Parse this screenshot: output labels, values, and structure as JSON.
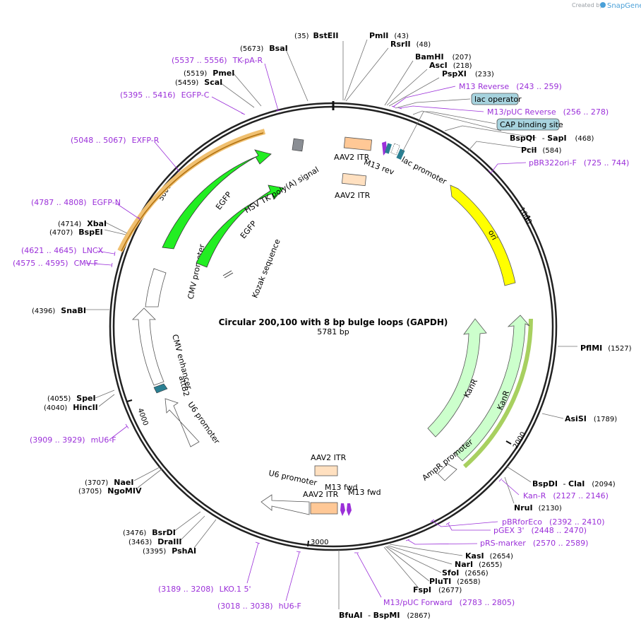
{
  "credit": {
    "created_by": "Created by",
    "brand": "SnapGene"
  },
  "title": "Circular 200,100 with 8 bp bulge loops (GAPDH)",
  "size": "5781 bp",
  "ticks": [
    "1000",
    "2000",
    "3000",
    "4000",
    "5000"
  ],
  "sites": [
    {
      "name": "BstEII",
      "pos": "(35)"
    },
    {
      "name": "PmlI",
      "pos": "(43)"
    },
    {
      "name": "RsrII",
      "pos": "(48)"
    },
    {
      "name": "BamHI",
      "pos": "(207)"
    },
    {
      "name": "AscI",
      "pos": "(218)"
    },
    {
      "name": "PspXI",
      "pos": "(233)"
    },
    {
      "name": "BspQI",
      "sep": " - ",
      "name2": "SapI",
      "pos": "(468)"
    },
    {
      "name": "PciI",
      "pos": "(584)"
    },
    {
      "name": "PflMI",
      "pos": "(1527)"
    },
    {
      "name": "AsiSI",
      "pos": "(1789)"
    },
    {
      "name": "BspDI",
      "sep": " - ",
      "name2": "ClaI",
      "pos": "(2094)"
    },
    {
      "name": "NruI",
      "pos": "(2130)"
    },
    {
      "name": "KasI",
      "pos": "(2654)"
    },
    {
      "name": "NarI",
      "pos": "(2655)"
    },
    {
      "name": "SfoI",
      "pos": "(2656)"
    },
    {
      "name": "PluTI",
      "pos": "(2658)"
    },
    {
      "name": "FspI",
      "pos": "(2677)"
    },
    {
      "name": "BfuAI",
      "sep": " - ",
      "name2": "BspMI",
      "pos": "(2867)"
    },
    {
      "name": "PshAI",
      "pos": "(3395)"
    },
    {
      "name": "DraIII",
      "pos": "(3463)"
    },
    {
      "name": "BsrDI",
      "pos": "(3476)"
    },
    {
      "name": "NgoMIV",
      "pos": "(3705)"
    },
    {
      "name": "NaeI",
      "pos": "(3707)"
    },
    {
      "name": "HincII",
      "pos": "(4040)"
    },
    {
      "name": "SpeI",
      "pos": "(4055)"
    },
    {
      "name": "SnaBI",
      "pos": "(4396)"
    },
    {
      "name": "BspEI",
      "pos": "(4707)"
    },
    {
      "name": "XbaI",
      "pos": "(4714)"
    },
    {
      "name": "ScaI",
      "pos": "(5459)"
    },
    {
      "name": "PmeI",
      "pos": "(5519)"
    },
    {
      "name": "BsaI",
      "pos": "(5673)"
    }
  ],
  "primers": [
    {
      "name": "M13 Reverse",
      "range": "(243 .. 259)"
    },
    {
      "name": "M13/pUC Reverse",
      "range": "(256 .. 278)"
    },
    {
      "name": "pBR322ori-F",
      "range": "(725 .. 744)"
    },
    {
      "name": "Kan-R",
      "range": "(2127 .. 2146)"
    },
    {
      "name": "pBRforEco",
      "range": "(2392 .. 2410)"
    },
    {
      "name": "pGEX 3'",
      "range": "(2448 .. 2470)"
    },
    {
      "name": "pRS-marker",
      "range": "(2570 .. 2589)"
    },
    {
      "name": "M13/pUC Forward",
      "range": "(2783 .. 2805)"
    },
    {
      "name": "hU6-F",
      "range": "(3018 .. 3038)"
    },
    {
      "name": "LKO.1 5'",
      "range": "(3189 .. 3208)"
    },
    {
      "name": "mU6-F",
      "range": "(3909 .. 3929)"
    },
    {
      "name": "CMV-F",
      "range": "(4575 .. 4595)"
    },
    {
      "name": "LNCX",
      "range": "(4621 .. 4645)"
    },
    {
      "name": "EGFP-N",
      "range": "(4787 .. 4808)"
    },
    {
      "name": "EXFP-R",
      "range": "(5048 .. 5067)"
    },
    {
      "name": "EGFP-C",
      "range": "(5395 .. 5416)"
    },
    {
      "name": "TK-pA-R",
      "range": "(5537 .. 5556)"
    }
  ],
  "boxed_features": [
    {
      "name": "lac operator"
    },
    {
      "name": "CAP binding site"
    }
  ],
  "features": {
    "aav2_itr": "AAV2 ITR",
    "m13_rev": "M13 rev",
    "lac_promoter": "lac promoter",
    "ori": "ori",
    "kanr": "KanR",
    "ampr_promoter": "AmpR promoter",
    "m13_fwd": "M13 fwd",
    "u6_promoter": "U6 promoter",
    "attb2": "attB2",
    "cmv_enhancer": "CMV enhancer",
    "cmv_promoter": "CMV promoter",
    "egfp": "EGFP",
    "hsv_tk": "HSV TK poly(A) signal",
    "kozak": "Kozak sequence"
  },
  "colors": {
    "backbone": "#222222",
    "primer": "#9b30d9",
    "egfp": "#22ee22",
    "ori": "#ffff00",
    "kanr": "#ccffcc",
    "itr": "#ffc896",
    "itr_light": "#ffe0c0",
    "boxed": "#a7d3de"
  }
}
